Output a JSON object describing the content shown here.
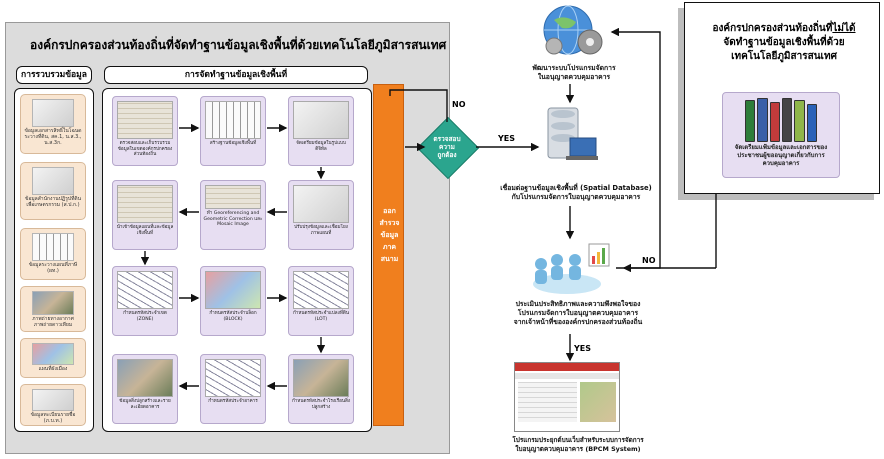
{
  "main": {
    "title": "องค์กรปกครองส่วนท้องถิ่นที่จัดทำฐานข้อมูลเชิงพื้นที่ด้วยเทคโนโลยีภูมิสารสนเทศ",
    "col1_header": "การรวบรวมข้อมูล",
    "col2_header": "การจัดทำฐานข้อมูลเชิงพื้นที่",
    "sources": [
      "ข้อมูลเอกสารสิทธิ์ในโฉนด ระวางที่ดิน, สค.1, น.ส.3., น.ส.3ก.",
      "ข้อมูลสำนักงานปฏิรูปที่ดินเพื่อเกษตรกรรม (ส.ป.ก.)",
      "ข้อมูลระวางแผนที่ภาษี (ผท.)",
      "ภาพถ่ายทางอากาศ ภาพถ่ายดาวเทียม",
      "แผนที่ผังเมือง",
      "ข้อมูลทะเบียนรายชื่อ (ภ.บ.ท.)"
    ],
    "steps": [
      "ตรวจสอบและเก็บรวบรวมข้อมูลในเขตองค์กรปกครองส่วนท้องถิ่น",
      "สร้างฐานข้อมูลเชิงพื้นที่",
      "จัดเตรียมข้อมูลในรูปแบบดิจิทัล",
      "นำเข้าข้อมูลแผนที่และข้อมูลเชิงพื้นที่",
      "ทำ Georeferencing and Geometric Correction และ Mosaic Image",
      "ปรับปรุงข้อมูลและเชื่อมโยงภาพแผนที่",
      "กำหนดรหัสประจำเขต (ZONE)",
      "กำหนดรหัสประจำบล็อก (BLOCK)",
      "กำหนดรหัสประจำแปลงที่ดิน (LOT)",
      "ข้อมูลสิ่งปลูกสร้างและรายละเอียดอาคาร",
      "กำหนดรหัสประจำอาคาร",
      "กำหนดรหัสประจำโรงเรือนสิ่งปลูกสร้าง"
    ],
    "field_survey": "ออก\nสำรวจ\nข้อมูล\nภาค\nสนาม"
  },
  "decision": {
    "text": "ตรวจสอบ\nความ\nถูกต้อง",
    "no_label": "NO",
    "yes_label": "YES"
  },
  "flow": {
    "develop": "พัฒนาระบบโปรแกรมจัดการ\nในอนุญาตควบคุมอาคาร",
    "link": "เชื่อมต่อฐานข้อมูลเชิงพื้นที่ (Spatial Database)\nกับโปรแกรมจัดการใบอนุญาตควบคุมอาคาร",
    "evaluate": "ประเมินประสิทธิภาพและความพึงพอใจของ\nโปรแกรมจัดการใบอนุญาตควบคุมอาคาร\nจากเจ้าหน้าที่ขององค์กรปกครองส่วนท้องถิ่น",
    "no_label": "NO",
    "yes_label": "YES",
    "result": "โปรแกรมประยุกต์บนเว็บสำหรับระบบการจัดการ\nใบอนุญาตควบคุมอาคาร (BPCM System)"
  },
  "right": {
    "title_line1_prefix": "องค์กรปกครองส่วนท้องถิ่นที่",
    "title_line1_underlined": "ไม่ได้",
    "title_line2": "จัดทำฐานข้อมูลเชิงพื้นที่ด้วย",
    "title_line3": "เทคโนโลยีภูมิสารสนเทศ",
    "card_text": "จัดเตรียมแฟ้มข้อมูลและเอกสารของ\nประชาชนผู้ขออนุญาตเกี่ยวกับการ\nควบคุมอาคาร"
  },
  "colors": {
    "orange": "#f07f1e",
    "teal": "#2ba58e",
    "lavender": "#e7def2",
    "peach": "#f9e6d2"
  }
}
